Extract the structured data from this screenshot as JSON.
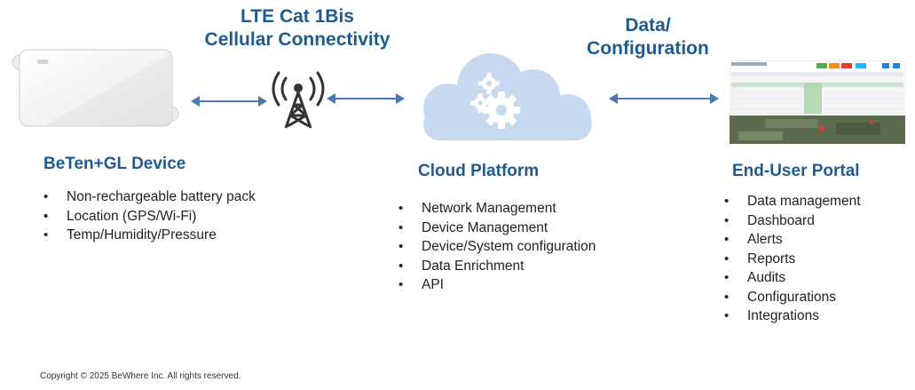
{
  "link_labels": {
    "cellular_line1": "LTE Cat 1Bis",
    "cellular_line2": "Cellular Connectivity",
    "data_line1": "Data/",
    "data_line2": "Configuration"
  },
  "device": {
    "title": "BeTen+GL Device",
    "features": [
      "Non-rechargeable battery pack",
      "Location (GPS/Wi-Fi)",
      "Temp/Humidity/Pressure"
    ]
  },
  "cloud": {
    "title": "Cloud Platform",
    "features": [
      "Network Management",
      "Device Management",
      "Device/System configuration",
      "Data Enrichment",
      "API"
    ]
  },
  "portal": {
    "title": "End-User Portal",
    "features": [
      "Data management",
      "Dashboard",
      "Alerts",
      "Reports",
      "Audits",
      "Configurations",
      "Integrations"
    ]
  },
  "footer": {
    "copyright": "Copyright © 2025  BeWhere Inc. All rights reserved."
  },
  "colors": {
    "heading": "#1f5b8f",
    "arrow": "#4a78b5",
    "cloud": "#c6d9ef",
    "gear": "#ffffff",
    "tower": "#333333"
  },
  "icons": [
    "device-icon",
    "cell-tower-icon",
    "cloud-icon",
    "gear-icon",
    "portal-screenshot"
  ]
}
